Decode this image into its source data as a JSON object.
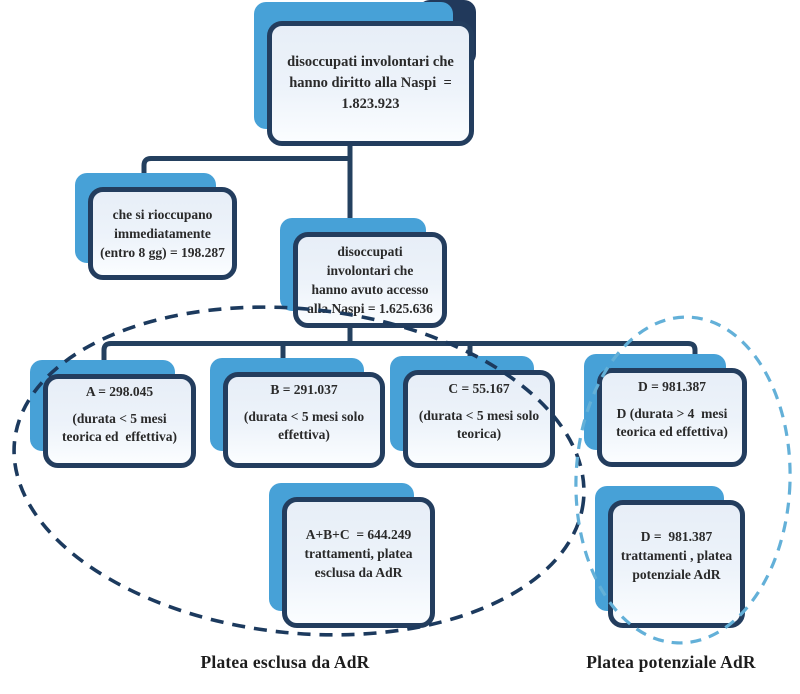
{
  "diagram_type": "flowchart",
  "colors": {
    "box_border_navy": "#233d5e",
    "connector_navy": "#24405f",
    "shadow_blue": "#47a1d7",
    "ellipse_dark_dashed": "#1c3a5e",
    "ellipse_light_dashed": "#63b0d8",
    "card_fill": "#edf3fa",
    "text": "#2a2a2a"
  },
  "nodes": {
    "root": {
      "lines": [
        "disoccupati involontari che",
        "hanno diritto alla Naspi  =",
        "1.823.923"
      ]
    },
    "reemployed": {
      "lines": [
        "che si rioccupano",
        "immediatamente",
        "(entro 8 gg) = 198.287"
      ]
    },
    "access": {
      "lines": [
        "disoccupati",
        "involontari che",
        "hanno avuto accesso",
        "alla Naspi = 1.625.636"
      ]
    },
    "a": {
      "value": "A = 298.045",
      "detail_lines": [
        "(durata < 5 mesi",
        "teorica ed  effettiva)"
      ]
    },
    "b": {
      "value": "B = 291.037",
      "detail_lines": [
        "(durata < 5 mesi solo",
        "effettiva)"
      ]
    },
    "c": {
      "value": "C = 55.167",
      "detail_lines": [
        "(durata < 5 mesi solo",
        "teorica)"
      ]
    },
    "d": {
      "value": "D = 981.387",
      "detail_lines": [
        "D (durata > 4  mesi",
        "teorica ed effettiva)"
      ]
    },
    "abc_total": {
      "lines": [
        "A+B+C  = 644.249",
        "trattamenti, platea",
        "esclusa da AdR"
      ]
    },
    "d_total": {
      "lines": [
        "D =  981.387",
        "trattamenti , platea",
        "potenziale AdR"
      ]
    }
  },
  "captions": {
    "excluded": "Platea esclusa da AdR",
    "potential": "Platea potenziale AdR"
  }
}
